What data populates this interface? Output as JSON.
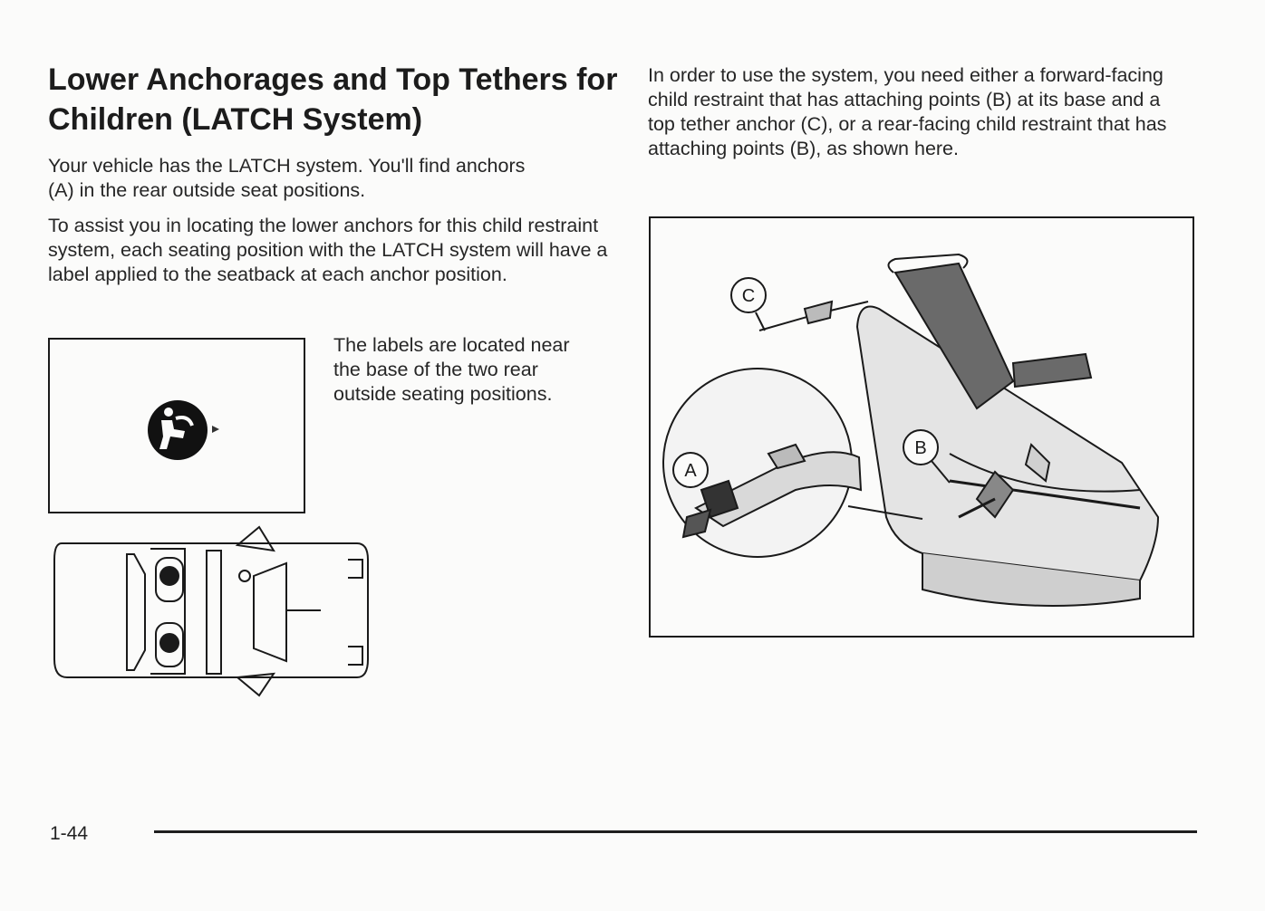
{
  "heading": "Lower Anchorages and Top Tethers for Children (LATCH System)",
  "paragraphs": {
    "p1": "Your vehicle has the LATCH system. You'll find anchors (A) in the rear outside seat positions.",
    "p2": "To assist you in locating the lower anchors for this child restraint system, each seating position with the LATCH system will have a label applied to the seatback at each anchor position.",
    "p3": "The labels are located near the base of the two rear outside seating positions.",
    "p4": "In order to use the system, you need either a forward-facing child restraint that has attaching points (B) at its base and a top tether anchor (C), or a rear-facing child restraint that has attaching points (B), as shown here."
  },
  "illustration_callouts": {
    "a": "A",
    "b": "B",
    "c": "C"
  },
  "icons": {
    "label_symbol": "child-seat-anchor-icon",
    "vehicle": "vehicle-top-view-icon"
  },
  "colors": {
    "ink": "#1a1a1a",
    "paper": "#fbfbfa"
  },
  "footer": {
    "page_number": "1-44"
  }
}
